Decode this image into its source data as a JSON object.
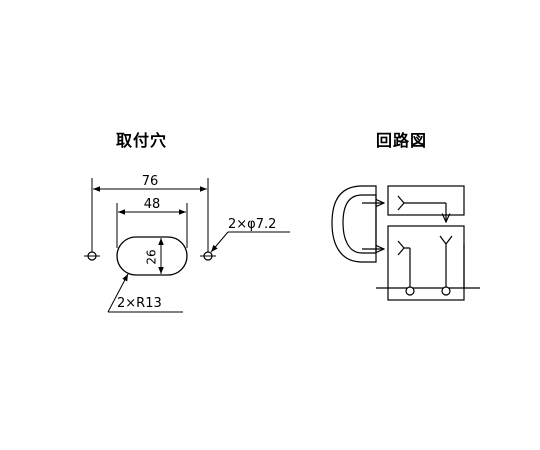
{
  "mounting_holes": {
    "title": "取付穴",
    "dim_outer": "76",
    "dim_inner": "48",
    "dim_height": "26",
    "hole_note": "2×φ7.2",
    "radius_note": "2×R13"
  },
  "circuit": {
    "title": "回路図"
  }
}
